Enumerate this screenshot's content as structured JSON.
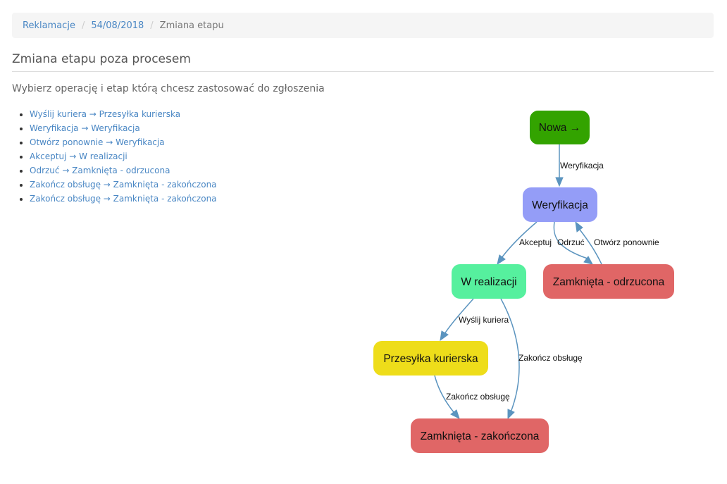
{
  "breadcrumb": {
    "items": [
      "Reklamacje",
      "54/08/2018"
    ],
    "active": "Zmiana etapu",
    "separator": "/"
  },
  "page": {
    "title": "Zmiana etapu poza procesem",
    "lead": "Wybierz operację i etap którą chcesz zastosować do zgłoszenia"
  },
  "operations": [
    "Wyślij kuriera → Przesyłka kurierska",
    "Weryfikacja → Weryfikacja",
    "Otwórz ponownie → Weryfikacja",
    "Akceptuj → W realizacji",
    "Odrzuć → Zamknięta - odrzucona",
    "Zakończ obsługę → Zamknięta - zakończona",
    "Zakończ obsługę → Zamknięta - zakończona"
  ],
  "diagram": {
    "nodes": [
      {
        "id": "nowa",
        "label": "Nowa →",
        "color": "#33a300"
      },
      {
        "id": "weryfikacja",
        "label": "Weryfikacja",
        "color": "#949df7"
      },
      {
        "id": "realizacja",
        "label": "W realizacji",
        "color": "#56f09e"
      },
      {
        "id": "odrzucona",
        "label": "Zamknięta - odrzucona",
        "color": "#e06666"
      },
      {
        "id": "przesylka",
        "label": "Przesyłka kurierska",
        "color": "#eedd1a"
      },
      {
        "id": "zakonczona",
        "label": "Zamknięta - zakończona",
        "color": "#e06666"
      }
    ],
    "edges": [
      {
        "from": "nowa",
        "to": "weryfikacja",
        "label": "Weryfikacja"
      },
      {
        "from": "weryfikacja",
        "to": "realizacja",
        "label": "Akceptuj"
      },
      {
        "from": "weryfikacja",
        "to": "odrzucona",
        "label": "Odrzuć"
      },
      {
        "from": "odrzucona",
        "to": "weryfikacja",
        "label": "Otwórz ponownie"
      },
      {
        "from": "realizacja",
        "to": "przesylka",
        "label": "Wyślij kuriera"
      },
      {
        "from": "realizacja",
        "to": "zakonczona",
        "label": "Zakończ obsługę"
      },
      {
        "from": "przesylka",
        "to": "zakonczona",
        "label": "Zakończ obsługę"
      }
    ],
    "edge_color": "#5b94bf"
  }
}
